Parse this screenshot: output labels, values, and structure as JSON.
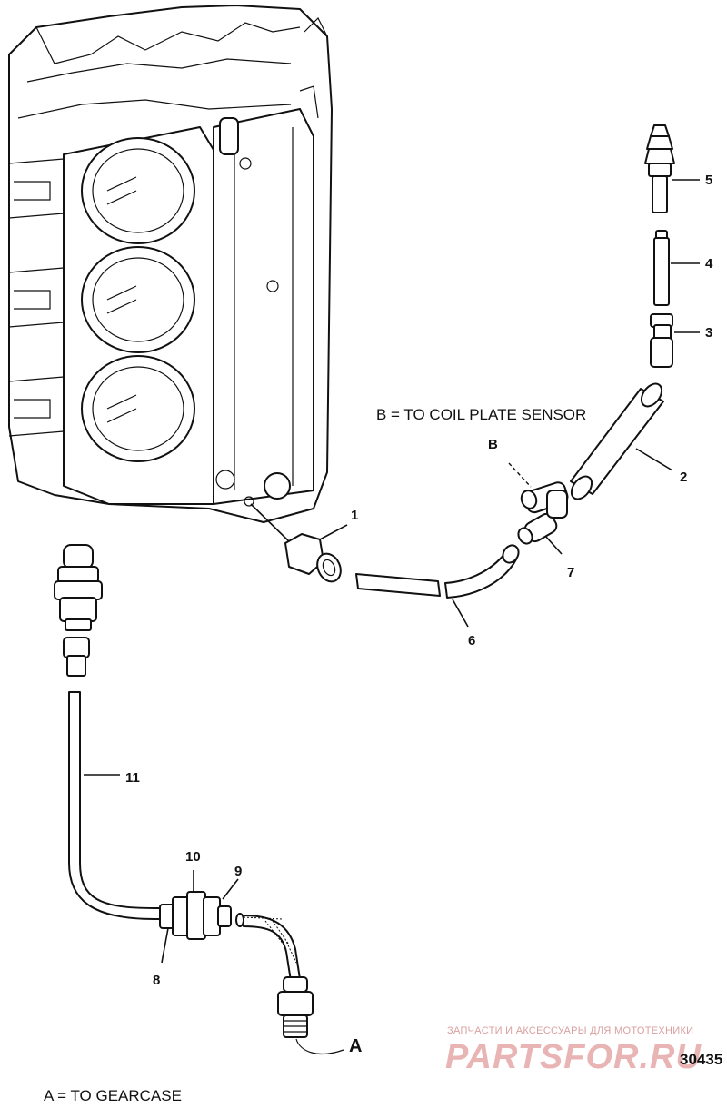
{
  "notes": {
    "coil_plate": "B = TO COIL PLATE SENSOR",
    "gearcase": "A = TO GEARCASE"
  },
  "callouts": {
    "p1": "1",
    "p2": "2",
    "p3": "3",
    "p4": "4",
    "p5": "5",
    "p6": "6",
    "p7": "7",
    "p8": "8",
    "p9": "9",
    "p10": "10",
    "p11": "11",
    "a": "A",
    "b": "B"
  },
  "figure_code": "30435",
  "watermark": {
    "subtitle": "ЗАПЧАСТИ И АКСЕССУАРЫ ДЛЯ МОТОТЕХНИКИ",
    "brand": "PARTSFOR.RU"
  }
}
